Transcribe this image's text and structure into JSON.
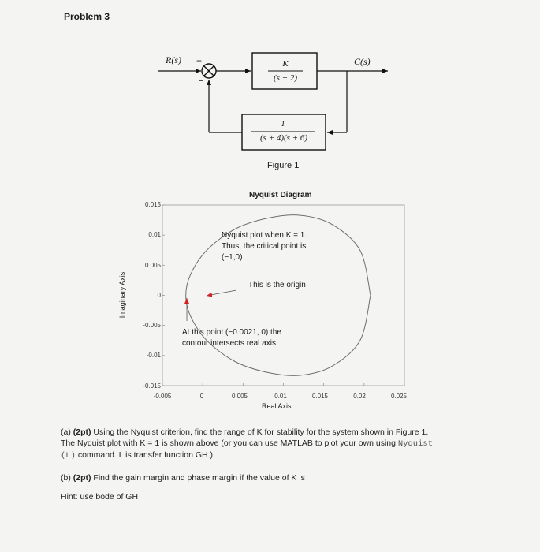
{
  "problem": {
    "title": "Problem 3"
  },
  "block_diagram": {
    "input_label": "R(s)",
    "plus_sign": "+",
    "minus_sign": "−",
    "output_label": "C(s)",
    "forward_numerator": "K",
    "forward_denominator": "(s + 2)",
    "feedback_numerator": "1",
    "feedback_denominator": "(s + 4)(s + 6)",
    "caption": "Figure 1"
  },
  "nyquist": {
    "title": "Nyquist Diagram",
    "xlabel": "Real Axis",
    "ylabel": "Imaginary Axis",
    "x_ticks": [
      "-0.005",
      "0",
      "0.005",
      "0.01",
      "0.015",
      "0.02",
      "0.025"
    ],
    "y_ticks": [
      "0.015",
      "0.01",
      "0.005",
      "0",
      "-0.005",
      "-0.01",
      "-0.015"
    ],
    "annotation_1": [
      "Nyquist plot when K = 1.",
      "Thus, the critical point is",
      "(−1,0)"
    ],
    "annotation_2": "This is the origin",
    "annotation_3": [
      "At this point (−0.0021, 0) the",
      "contour intersects real axis"
    ],
    "colors": {
      "contour": "#6d6d6d",
      "arrow_marker": "#d32020",
      "axes": "#9a9a9a"
    }
  },
  "chart_data": {
    "type": "line",
    "title": "Nyquist Diagram",
    "xlabel": "Real Axis",
    "ylabel": "Imaginary Axis",
    "xlim": [
      -0.005,
      0.025
    ],
    "ylim": [
      -0.015,
      0.015
    ],
    "series": [
      {
        "x": [
          0.0208,
          0.0195,
          0.016,
          0.012,
          0.008,
          0.004,
          0.0005,
          -0.0015,
          -0.0021,
          -0.0015,
          0.0005,
          0.004,
          0.008,
          0.012,
          0.016,
          0.0195,
          0.0208
        ],
        "y": [
          0.0,
          0.0075,
          0.0118,
          0.0133,
          0.0128,
          0.011,
          0.0075,
          0.0035,
          0.0,
          -0.0035,
          -0.0075,
          -0.011,
          -0.0128,
          -0.0133,
          -0.0118,
          -0.0075,
          0.0
        ]
      }
    ],
    "points": [
      {
        "label": "origin",
        "x": 0,
        "y": 0
      },
      {
        "label": "real-axis intersection",
        "x": -0.0021,
        "y": 0
      }
    ],
    "grid": false
  },
  "questions": {
    "a_label": "(a) ",
    "a_points": "(2pt)",
    "a_line1": " Using the Nyquist criterion, find the range of K for stability for the system shown in Figure 1.",
    "a_line2_prefix": "The Nyquist plot with K = 1 is shown above (or you can use MATLAB to plot your own using ",
    "a_line2_code": "Nyquist",
    "a_line3_code": "(L)",
    "a_line3_text": " command. L is transfer function GH.)",
    "b_label": "(b) ",
    "b_points": "(2pt)",
    "b_text": " Find the gain margin and phase margin if the value of K is",
    "hint": "Hint: use bode of GH"
  }
}
